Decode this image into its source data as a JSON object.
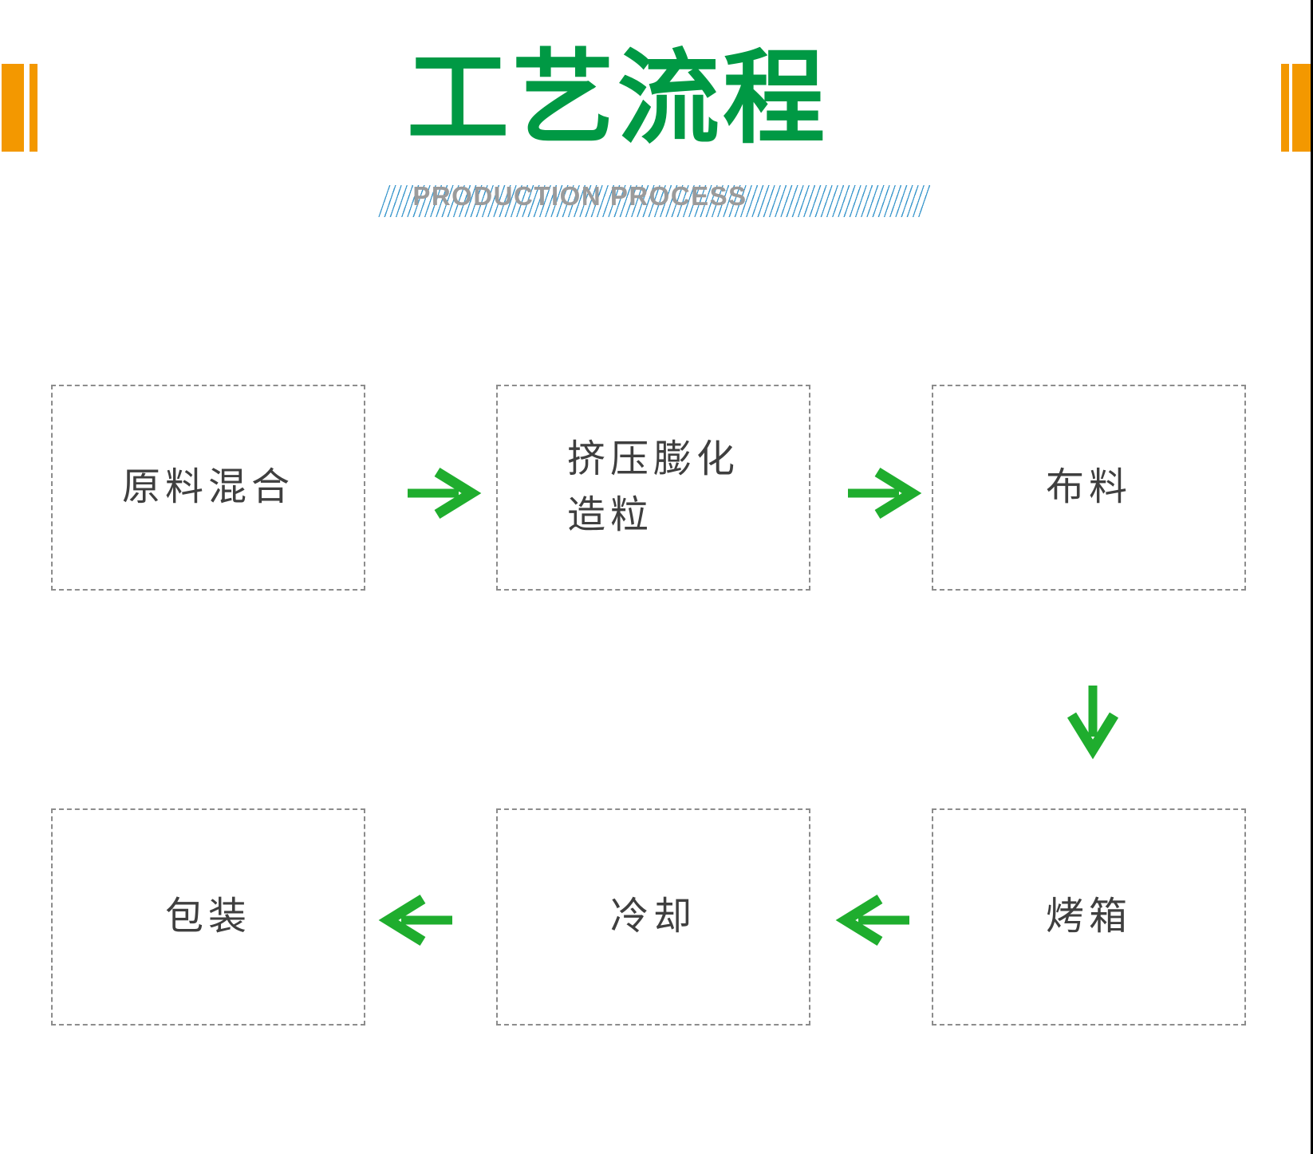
{
  "page": {
    "title": "工艺流程",
    "subtitle": "PRODUCTION PROCESS"
  },
  "flowchart": {
    "steps": [
      {
        "order": 1,
        "label": "原料混合"
      },
      {
        "order": 2,
        "label": "挤压膨化\n造粒"
      },
      {
        "order": 3,
        "label": "布料"
      },
      {
        "order": 4,
        "label": "烤箱"
      },
      {
        "order": 5,
        "label": "冷却"
      },
      {
        "order": 6,
        "label": "包装"
      }
    ],
    "flow_sequence": "原料混合 → 挤压膨化造粒 → 布料 → 烤箱 → 冷却 → 包装",
    "arrows": [
      {
        "from": "原料混合",
        "to": "挤压膨化造粒",
        "direction": "right"
      },
      {
        "from": "挤压膨化造粒",
        "to": "布料",
        "direction": "right"
      },
      {
        "from": "布料",
        "to": "烤箱",
        "direction": "down"
      },
      {
        "from": "烤箱",
        "to": "冷却",
        "direction": "left"
      },
      {
        "from": "冷却",
        "to": "包装",
        "direction": "left"
      }
    ]
  },
  "colors": {
    "title_green": "#009944",
    "arrow_green": "#1fad2e",
    "accent_orange": "#f39800",
    "stripe_blue": "#3a97cc",
    "box_border": "#8c8c8c",
    "box_text": "#3f3f3f",
    "subtitle_gray": "#9b9b9b"
  }
}
